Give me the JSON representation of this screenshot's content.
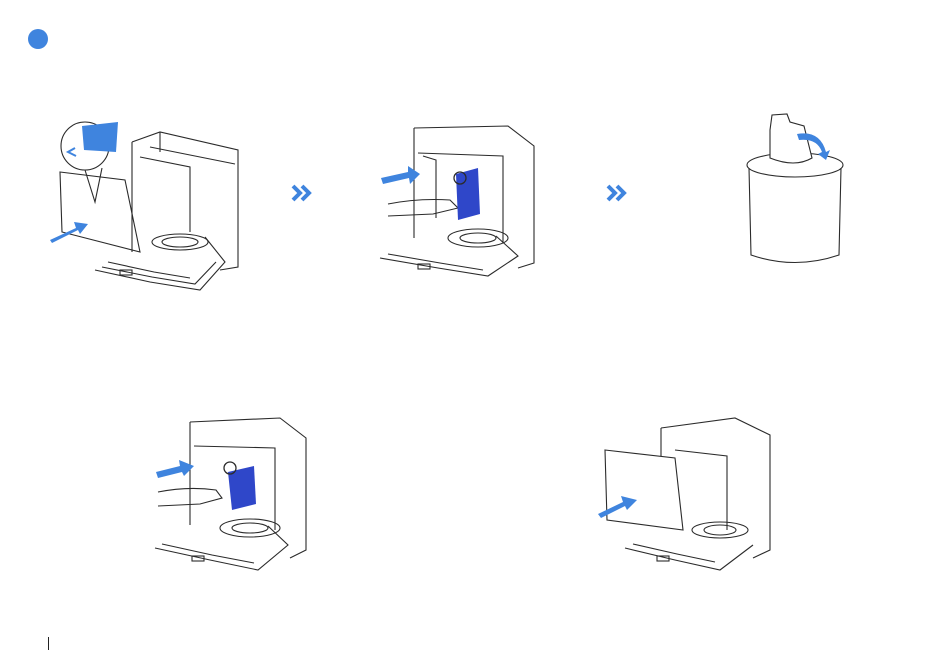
{
  "colors": {
    "accent": "#3f84de",
    "line": "#2b2b2b",
    "bag": "#2f47c9",
    "background": "#ffffff"
  },
  "icons": [
    "step-indicator-dot",
    "chevron-double-right-icon",
    "chevron-double-right-icon"
  ],
  "illustrations": [
    "open-front-cover",
    "pull-out-dust-bag",
    "dispose-bag-in-bin",
    "insert-new-dust-bag",
    "close-front-cover"
  ]
}
